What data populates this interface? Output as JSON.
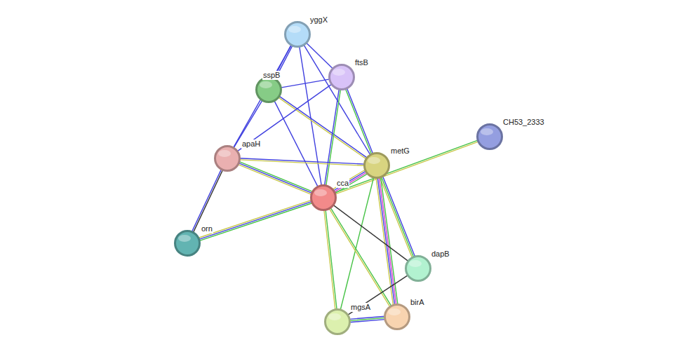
{
  "diagram": {
    "nodes": [
      {
        "text": [
          "yggX"
        ]
      },
      {
        "text": [
          "ftsB"
        ]
      },
      {
        "text": [
          "sspB"
        ]
      },
      {
        "text": [
          "CH53_2333"
        ]
      },
      {
        "text": [
          "apaH"
        ]
      },
      {
        "text": [
          "metG"
        ]
      },
      {
        "text": [
          "cca"
        ]
      },
      {
        "text": [
          "orn"
        ]
      },
      {
        "text": [
          "dapB"
        ]
      },
      {
        "text": [
          "mgsA"
        ]
      },
      {
        "text": [
          "birA"
        ]
      }
    ],
    "edges": [
      {
        "from": 0,
        "to": 2,
        "arrow": "none"
      },
      {
        "from": 0,
        "to": 1,
        "arrow": "none"
      },
      {
        "from": 0,
        "to": 5,
        "arrow": "none"
      },
      {
        "from": 0,
        "to": 6,
        "arrow": "none"
      },
      {
        "from": 0,
        "to": 4,
        "arrow": "none"
      },
      {
        "from": 2,
        "to": 1,
        "arrow": "none"
      },
      {
        "from": 2,
        "to": 4,
        "arrow": "none"
      },
      {
        "from": 2,
        "to": 5,
        "arrow": "none"
      },
      {
        "from": 2,
        "to": 6,
        "arrow": "none"
      },
      {
        "from": 1,
        "to": 4,
        "arrow": "none"
      },
      {
        "from": 1,
        "to": 5,
        "arrow": "none"
      },
      {
        "from": 1,
        "to": 6,
        "arrow": "none"
      },
      {
        "from": 4,
        "to": 5,
        "arrow": "none"
      },
      {
        "from": 4,
        "to": 6,
        "arrow": "none"
      },
      {
        "from": 4,
        "to": 7,
        "arrow": "none"
      },
      {
        "from": 5,
        "to": 6,
        "arrow": "none"
      },
      {
        "from": 6,
        "to": 3,
        "arrow": "none"
      },
      {
        "from": 5,
        "to": 8,
        "arrow": "none"
      },
      {
        "from": 5,
        "to": 10,
        "arrow": "none"
      },
      {
        "from": 5,
        "to": 9,
        "arrow": "none"
      },
      {
        "from": 6,
        "to": 7,
        "arrow": "none"
      },
      {
        "from": 6,
        "to": 8,
        "arrow": "none"
      },
      {
        "from": 6,
        "to": 10,
        "arrow": "none"
      },
      {
        "from": 6,
        "to": 9,
        "arrow": "none"
      },
      {
        "from": 9,
        "to": 10,
        "arrow": "none"
      },
      {
        "from": 9,
        "to": 8,
        "arrow": "none"
      }
    ]
  }
}
